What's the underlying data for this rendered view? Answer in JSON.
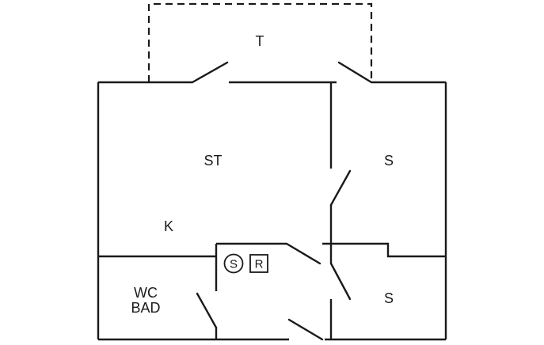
{
  "rooms": {
    "terrace": "T",
    "living": "ST",
    "kitchen": "K",
    "bedroom_top": "S",
    "bedroom_bottom": "S",
    "bath_line1": "WC",
    "bath_line2": "BAD"
  },
  "symbols": {
    "circle": "S",
    "square": "R"
  }
}
